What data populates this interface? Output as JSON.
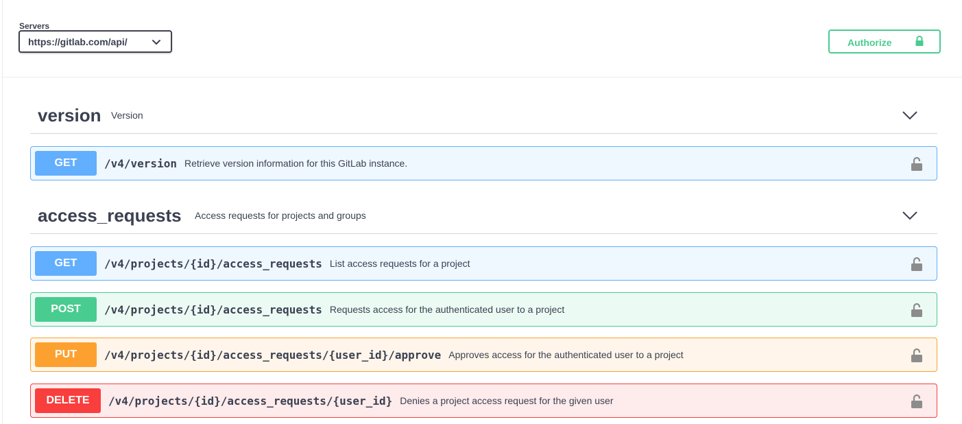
{
  "servers": {
    "label": "Servers",
    "selected": "https://gitlab.com/api/"
  },
  "authorize": {
    "label": "Authorize"
  },
  "tags": [
    {
      "name": "version",
      "description": "Version",
      "operations": [
        {
          "method": "GET",
          "path": "/v4/version",
          "summary": "Retrieve version information for this GitLab instance."
        }
      ]
    },
    {
      "name": "access_requests",
      "description": "Access requests for projects and groups",
      "operations": [
        {
          "method": "GET",
          "path": "/v4/projects/{id}/access_requests",
          "summary": "List access requests for a project"
        },
        {
          "method": "POST",
          "path": "/v4/projects/{id}/access_requests",
          "summary": "Requests access for the authenticated user to a project"
        },
        {
          "method": "PUT",
          "path": "/v4/projects/{id}/access_requests/{user_id}/approve",
          "summary": "Approves access for the authenticated user to a project"
        },
        {
          "method": "DELETE",
          "path": "/v4/projects/{id}/access_requests/{user_id}",
          "summary": "Denies a project access request for the given user"
        }
      ]
    }
  ],
  "colors": {
    "get": "#61affe",
    "post": "#49cc90",
    "put": "#fca130",
    "delete": "#f93e3e",
    "text": "#3b4151"
  },
  "icons": {
    "servers_dropdown": "chevron-down-icon",
    "authorize": "lock-icon",
    "tag_toggle": "chevron-down-icon",
    "operation_auth": "unlocked-padlock-icon"
  }
}
